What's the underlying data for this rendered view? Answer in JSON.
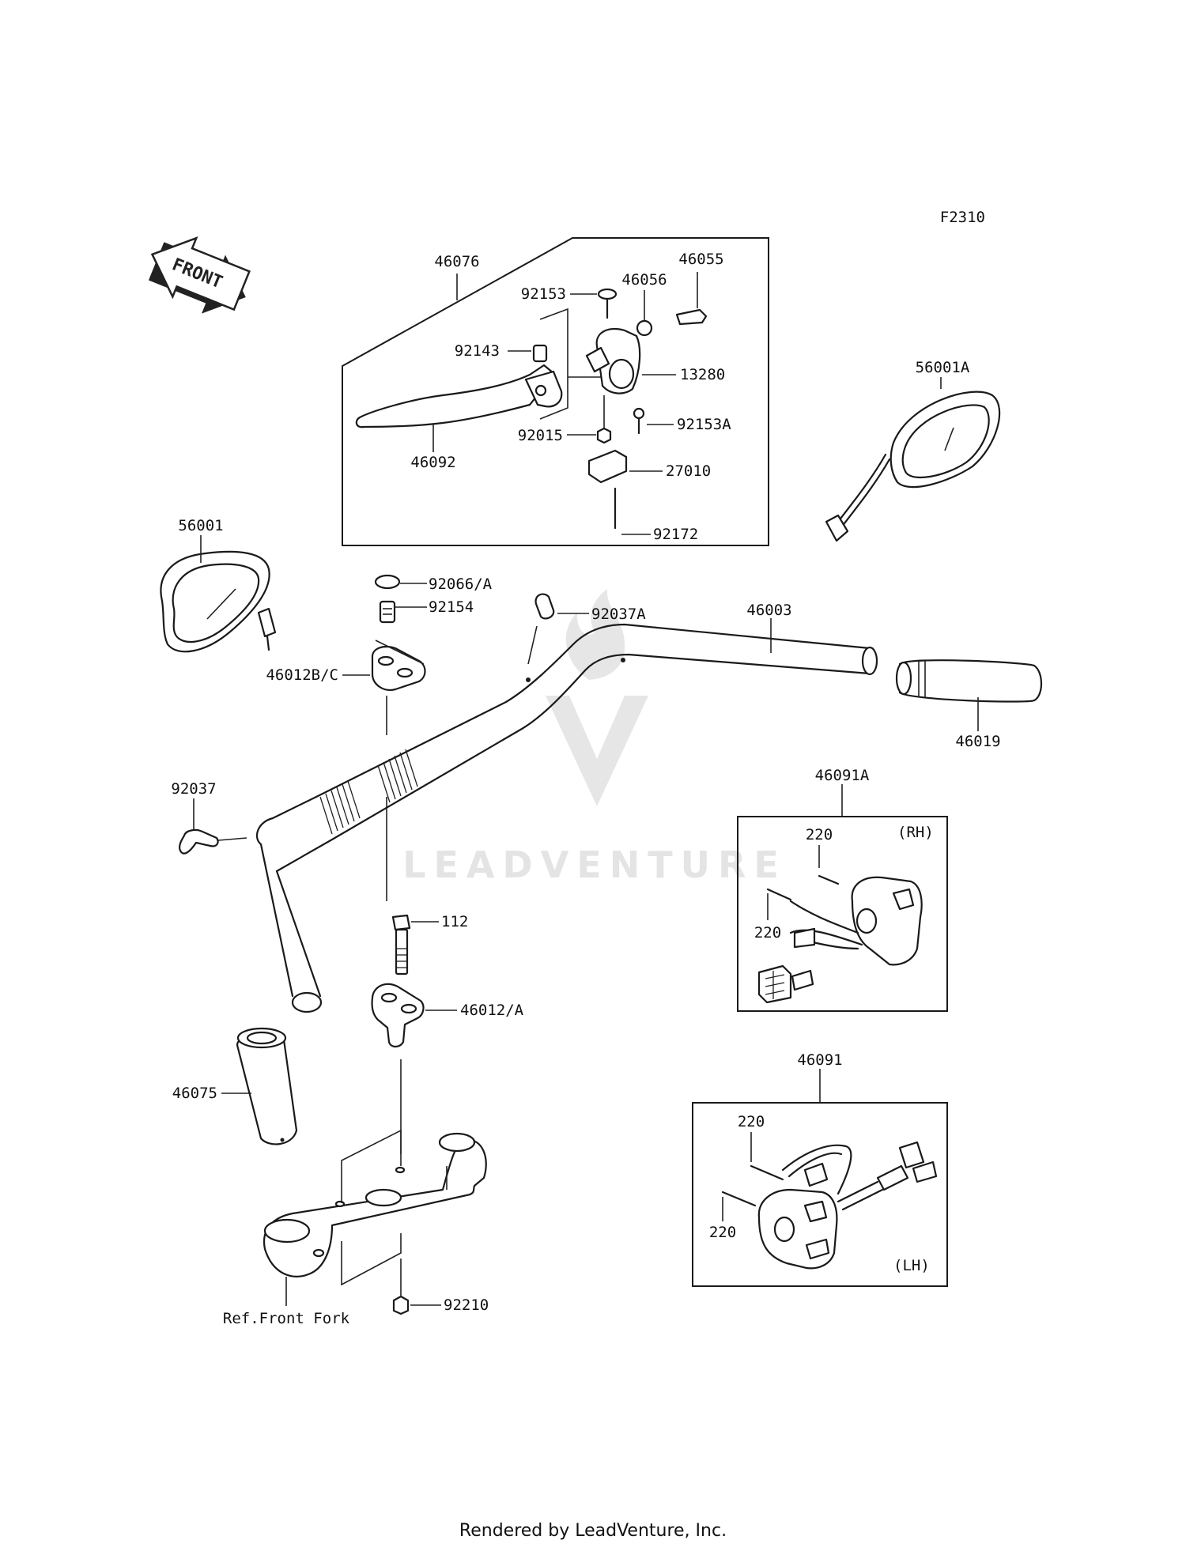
{
  "figure_code": "F2310",
  "front_arrow_label": "FRONT",
  "watermark_text": "LEADVENTURE",
  "footer": "Rendered by LeadVenture, Inc.",
  "callouts": {
    "c46076": "46076",
    "c46055": "46055",
    "c46056": "46056",
    "c92153": "92153",
    "c92143": "92143",
    "c13280": "13280",
    "c92015": "92015",
    "c92153A": "92153A",
    "c46092": "46092",
    "c27010": "27010",
    "c92172": "92172",
    "c56001A": "56001A",
    "c56001": "56001",
    "c92066A": "92066/A",
    "c92154": "92154",
    "c92037A": "92037A",
    "c46003": "46003",
    "c46012BC": "46012B/C",
    "c46019": "46019",
    "c92037": "92037",
    "c46091A": "46091A",
    "c220a": "220",
    "c220b": "220",
    "c112": "112",
    "c46012A": "46012/A",
    "c46075": "46075",
    "c46091": "46091",
    "c220c": "220",
    "c220d": "220",
    "c92210": "92210",
    "ref_front_fork": "Ref.Front Fork",
    "rh": "(RH)",
    "lh": "(LH)"
  }
}
